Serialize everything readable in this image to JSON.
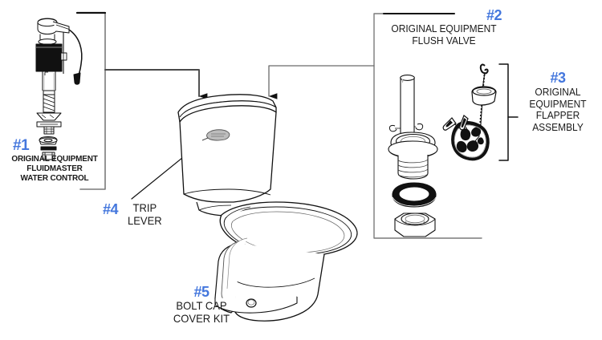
{
  "diagram": {
    "title": "Toilet Repair Parts Exploded Diagram",
    "accent_color": "#4477dd",
    "line_color": "#1a1a1a",
    "background": "#ffffff"
  },
  "callouts": [
    {
      "id": "1",
      "number": "#1",
      "lines": [
        "ORIGINAL EQUIPMENT",
        "FLUIDMASTER",
        "WATER CONTROL"
      ],
      "part": "fill-valve"
    },
    {
      "id": "2",
      "number": "#2",
      "lines": [
        "ORIGINAL EQUIPMENT",
        "FLUSH VALVE"
      ],
      "part": "flush-valve"
    },
    {
      "id": "3",
      "number": "#3",
      "lines": [
        "ORIGINAL",
        "EQUIPMENT",
        "FLAPPER",
        "ASSEMBLY"
      ],
      "part": "flapper-assembly"
    },
    {
      "id": "4",
      "number": "#4",
      "lines": [
        "TRIP",
        "LEVER"
      ],
      "part": "trip-lever"
    },
    {
      "id": "5",
      "number": "#5",
      "lines": [
        "BOLT CAP",
        "COVER KIT"
      ],
      "part": "bolt-cap-cover-kit"
    }
  ],
  "parts": {
    "fill_valve": "fluidmaster-fill-valve-drawing",
    "flush_valve": "flush-valve-with-gasket-and-locknut-drawing",
    "flapper": "flapper-with-chain-drawing",
    "toilet": "two-piece-toilet-drawing",
    "trip_lever_handle": "tank-trip-lever-handle",
    "bolt_cap": "bowl-base-bolt-cap"
  }
}
